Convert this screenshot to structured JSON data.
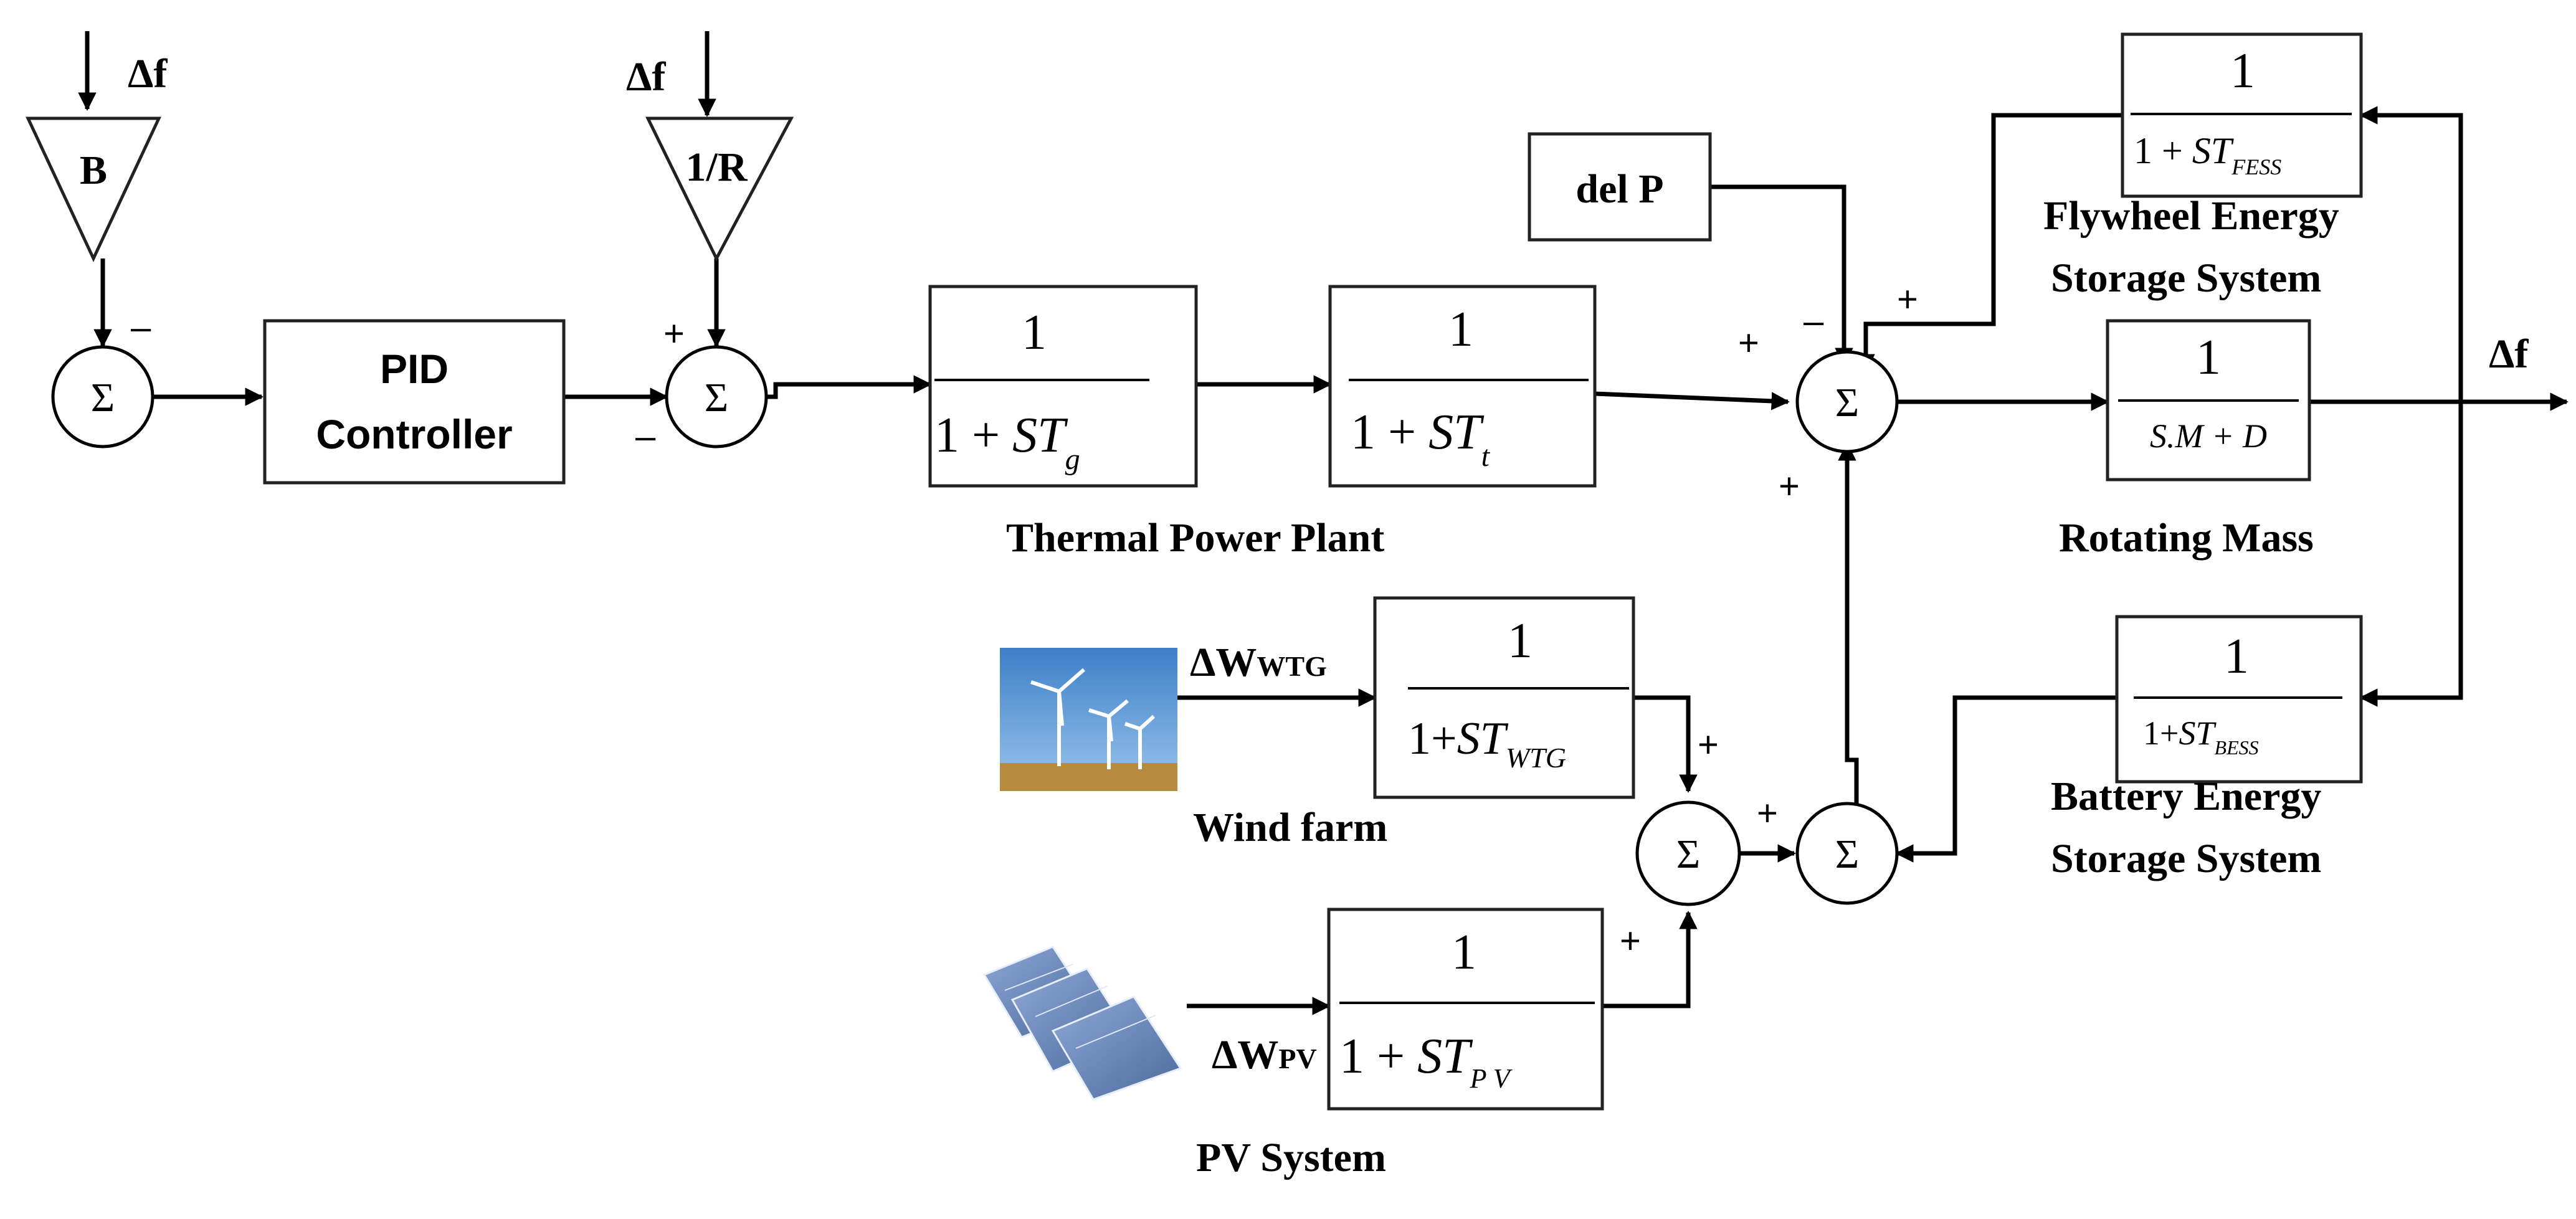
{
  "gain_blocks": {
    "bias": {
      "label": "B",
      "input": "Δf"
    },
    "droop": {
      "label": "1/R",
      "input": "Δf"
    }
  },
  "summing_junction_symbol": "Σ",
  "signs": {
    "plus": "+",
    "minus": "–"
  },
  "controller": {
    "line1": "PID",
    "line2": "Controller"
  },
  "disturbance": {
    "label": "del P"
  },
  "thermal_plant": {
    "governor": {
      "numerator": "1",
      "denominator_prefix": "1 + ",
      "symbol": "ST",
      "subscript": "g"
    },
    "turbine": {
      "numerator": "1",
      "denominator_prefix": "1 + ",
      "symbol": "ST",
      "subscript": "t"
    },
    "caption": "Thermal Power Plant"
  },
  "rotating_mass": {
    "numerator": "1",
    "denominator": "S.M + D",
    "caption": "Rotating Mass"
  },
  "flywheel": {
    "numerator": "1",
    "denominator_prefix": "1 + ",
    "symbol": "ST",
    "subscript": "FESS",
    "caption_line1": "Flywheel Energy",
    "caption_line2": "Storage System"
  },
  "battery": {
    "numerator": "1",
    "denominator_prefix": "1+",
    "symbol": "ST",
    "subscript": "BESS",
    "caption_line1": "Battery Energy",
    "caption_line2": "Storage System"
  },
  "wind": {
    "input_label": "ΔW",
    "input_subscript": "WTG",
    "numerator": "1",
    "denominator_prefix": "1+",
    "symbol": "ST",
    "subscript": "WTG",
    "caption": "Wind farm"
  },
  "pv": {
    "input_label": "ΔW",
    "input_subscript": "PV",
    "numerator": "1",
    "denominator_prefix": "1 + ",
    "symbol": "ST",
    "subscript": "P V",
    "caption": "PV System"
  },
  "output": {
    "label": "Δf"
  },
  "colors": {
    "sky": "#5f9bd6",
    "ground": "#b88a3e",
    "panel": "#6f8fbf"
  }
}
